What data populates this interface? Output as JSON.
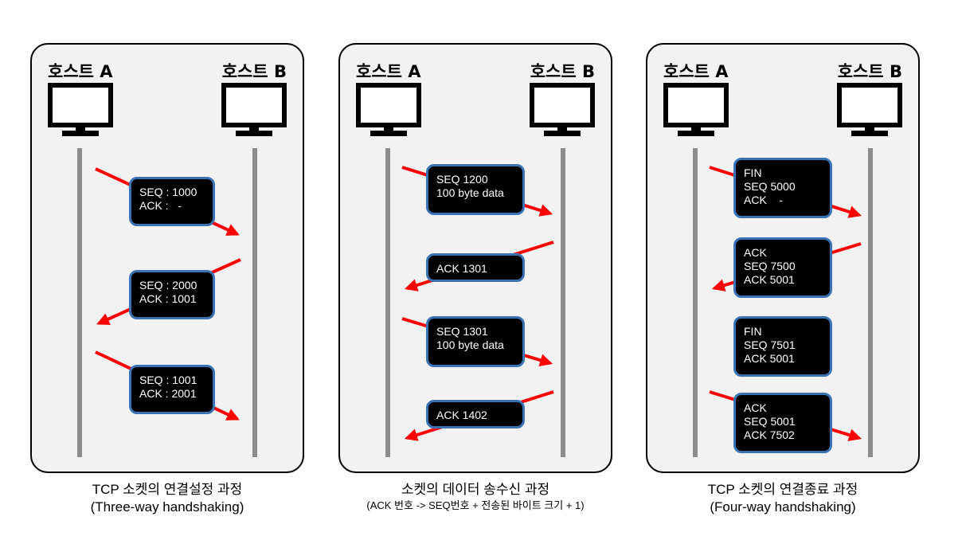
{
  "panels": [
    {
      "host_a": "호스트 A",
      "host_b": "호스트 B",
      "messages": [
        {
          "text": "SEQ : 1000\nACK :   -",
          "direction": "A-to-B"
        },
        {
          "text": "SEQ : 2000\nACK : 1001",
          "direction": "B-to-A"
        },
        {
          "text": "SEQ : 1001\nACK : 2001",
          "direction": "A-to-B"
        }
      ],
      "caption_title": "TCP 소켓의 연결설정 과정",
      "caption_sub": "(Three-way handshaking)"
    },
    {
      "host_a": "호스트 A",
      "host_b": "호스트 B",
      "messages": [
        {
          "text": "SEQ 1200\n100 byte data",
          "direction": "A-to-B"
        },
        {
          "text": "ACK 1301",
          "direction": "B-to-A"
        },
        {
          "text": "SEQ 1301\n100 byte data",
          "direction": "A-to-B"
        },
        {
          "text": "ACK 1402",
          "direction": "B-to-A"
        }
      ],
      "caption_title": "소켓의 데이터 송수신 과정",
      "caption_sub": "(ACK 번호 -> SEQ번호 + 전송된 바이트 크기 + 1)"
    },
    {
      "host_a": "호스트 A",
      "host_b": "호스트 B",
      "messages": [
        {
          "text": "FIN\nSEQ 5000\nACK    -",
          "direction": "A-to-B"
        },
        {
          "text": "ACK\nSEQ 7500\nACK 5001",
          "direction": "B-to-A"
        },
        {
          "text": "FIN\nSEQ 7501\nACK 5001",
          "direction": "none"
        },
        {
          "text": "ACK\nSEQ 5001\nACK 7502",
          "direction": "A-to-B"
        }
      ],
      "caption_title": "TCP 소켓의 연결종료 과정",
      "caption_sub": "(Four-way handshaking)"
    }
  ],
  "colors": {
    "arrow": "#ff0000",
    "box_border": "#3a73b5",
    "box_fill": "#000000",
    "timeline": "#8c8c8c",
    "panel_bg": "#f2f2f2"
  },
  "icons": {
    "host_icon": "monitor-icon"
  }
}
